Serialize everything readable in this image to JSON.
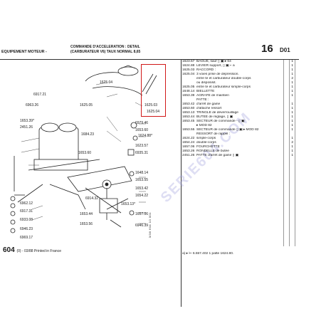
{
  "header": {
    "title": "EQUIPEMENT MOTEUR -",
    "subtitle_1": "COMMANDE D'ACCELERATION : DETAIL",
    "subtitle_2": "(CARBURATEUR V6) TAUX NORMAL 8,65",
    "page_number": "16",
    "page_code": "D01"
  },
  "diagram": {
    "labels": [
      {
        "t": "1625.04"
      },
      {
        "t": "1625.05"
      },
      {
        "t": "1625.03"
      },
      {
        "t": "1625.04"
      },
      {
        "t": "6917.21"
      },
      {
        "t": "6963.26"
      },
      {
        "t": "1653.39*"
      },
      {
        "t": "2451.26"
      },
      {
        "t": "1684.23"
      },
      {
        "t": "1653.60"
      },
      {
        "t": "6979.46"
      },
      {
        "t": "1653.60"
      },
      {
        "t": "1624.88*"
      },
      {
        "t": "1623.57"
      },
      {
        "t": "6935.31"
      },
      {
        "t": "1648.14"
      },
      {
        "t": "1653.55"
      },
      {
        "t": "1653.42"
      },
      {
        "t": "1654.22"
      },
      {
        "t": "6914.32"
      },
      {
        "t": "1653.13*"
      },
      {
        "t": "1653.44"
      },
      {
        "t": "1657.06"
      },
      {
        "t": "6946.39"
      },
      {
        "t": "6962.12"
      },
      {
        "t": "6917.31"
      },
      {
        "t": "6933.08"
      },
      {
        "t": "6946.23"
      },
      {
        "t": "1653.56"
      },
      {
        "t": "6969.17"
      }
    ]
  },
  "parts": [
    {
      "ref": "1623.57",
      "desc": "BAGUE, sauf  ▯ ▣  ▸ 64",
      "qty": "1"
    },
    {
      "ref": "",
      "desc": "",
      "qty": ""
    },
    {
      "ref": "1624.88",
      "desc": "LEVIER support, ▯ ▣  ⌐ a",
      "qty": "1"
    },
    {
      "ref": "",
      "desc": "",
      "qty": ""
    },
    {
      "ref": "1625.03",
      "desc": "RACCORD :",
      "qty": "1"
    },
    {
      "ref": "1625.04",
      "desc": "3 voies prise de dépression.",
      "qty": "1"
    },
    {
      "ref": "",
      "desc": "entre té et carburateur double-corps",
      "qty": "2"
    },
    {
      "ref": "",
      "desc": "ou disposisit.",
      "qty": "1"
    },
    {
      "ref": "1625.05",
      "desc": "entre té et carburateur simple-corps",
      "qty": "1"
    },
    {
      "ref": "",
      "desc": "",
      "qty": ""
    },
    {
      "ref": "1648.14",
      "desc": "BIELLETTE",
      "qty": "1"
    },
    {
      "ref": "1653.39",
      "desc": "AGRAFE de maintien",
      "qty": "1"
    },
    {
      "ref": "",
      "desc": "",
      "qty": ""
    },
    {
      "ref": "",
      "desc": "PATTE :",
      "qty": ""
    },
    {
      "ref": "1653.42",
      "desc": "d'arrêt de gaine",
      "qty": "1"
    },
    {
      "ref": "1653.60",
      "desc": "d'attache ressort",
      "qty": "1"
    },
    {
      "ref": "",
      "desc": "",
      "qty": ""
    },
    {
      "ref": "1653.13",
      "desc": "TRINGLE de déverrouillage",
      "qty": "1"
    },
    {
      "ref": "1653.44",
      "desc": "BUTEE de réglage, ▯ ▣",
      "qty": "1"
    },
    {
      "ref": "1653.45",
      "desc": "SECTEUR de commande - ▯ ▣",
      "qty": "1"
    },
    {
      "ref": "",
      "desc": "▸ MOD 82",
      "qty": "1"
    },
    {
      "ref": "1653.55",
      "desc": "SECTEUR de commande ▯ ▣ ▸ MOD 82",
      "qty": "1"
    },
    {
      "ref": "",
      "desc": "RESSORT de rappel :",
      "qty": ""
    },
    {
      "ref": "1624.22",
      "desc": "simple-corps",
      "qty": "1"
    },
    {
      "ref": "1654.24",
      "desc": "double-corps",
      "qty": "2"
    },
    {
      "ref": "",
      "desc": "",
      "qty": ""
    },
    {
      "ref": "1657.06",
      "desc": "FOURCHETTE",
      "qty": "1"
    },
    {
      "ref": "1653.26",
      "desc": "RONDELLE de butée",
      "qty": "1"
    },
    {
      "ref": "2451.26",
      "desc": "PATTE d'arrêt de gaine ▯ ▣",
      "qty": "1"
    }
  ],
  "note": "a)  ▸ ⊢ 6.557.402 1 patte 1624.80.",
  "footer": {
    "model": "604",
    "printed": "(0) - 03/88 Printed in France"
  },
  "side_code": "3/38 604 10 001",
  "watermark": "SERIE604.COM"
}
